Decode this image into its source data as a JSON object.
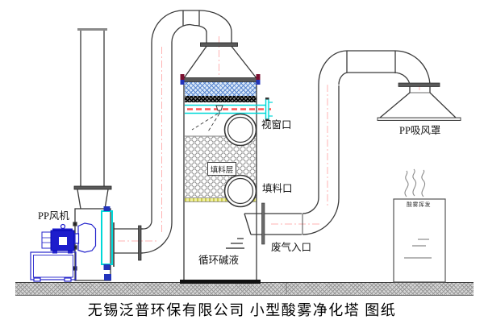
{
  "caption": "无锡泛普环保有限公司 小型酸雾净化塔 图纸",
  "labels": {
    "fan": "PP风机",
    "suction_hood": "PP吸风罩",
    "viewing_port": "视窗口",
    "packing_layer": "填料层",
    "packing_port": "填料口",
    "waste_gas_inlet": "废气入口",
    "circulating_alkali": "循环碱液",
    "acid_mist_evaporation": "酸雾挥发"
  },
  "colors": {
    "line": "#3a3a3a",
    "centerline_pink": "#ffb3b3",
    "spray_pipe_cyan": "#00d8d8",
    "spray_line_red": "#ff5555",
    "demister_mesh_blue": "#5b87d0",
    "demister_bg": "#d9e8f8",
    "support_grid_yellow": "#f0efa0",
    "motor_blue": "#1d1dcc",
    "flange_gray": "#5a5a5a",
    "bolt_magenta": "#7a1030",
    "bolt_blue": "#2233bb",
    "ground_gray": "#d6d6d6"
  }
}
